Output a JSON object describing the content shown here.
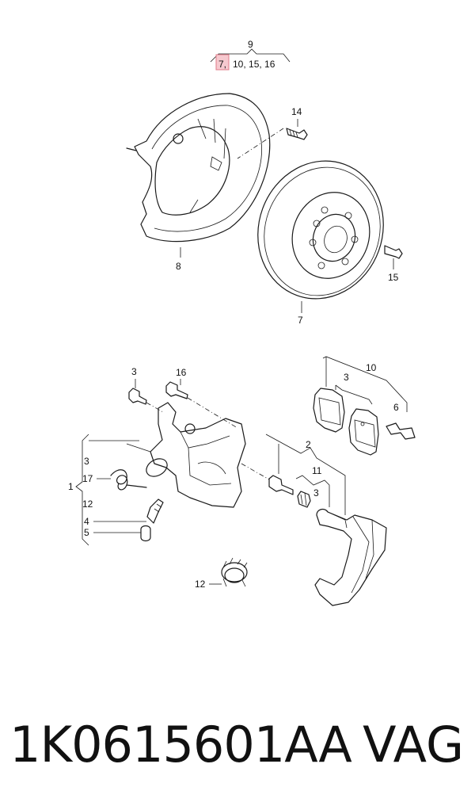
{
  "diagram": {
    "top_group": {
      "header_label": "9",
      "highlighted_ref": "7,",
      "other_refs": "10, 15, 16"
    },
    "callouts": {
      "splash_shield": "8",
      "bolt_shield": "14",
      "disc_screw": "15",
      "brake_disc": "7",
      "caliper_bolt_a": "3",
      "caliper_bolt_b": "16",
      "pad_set": "10",
      "pad_label": "3",
      "pad_clip": "6",
      "guide_group": "2",
      "guide_sub": "11",
      "guide_sub_ref": "3",
      "caliper_assembly": "1",
      "caliper_3": "3",
      "caliper_17": "17",
      "caliper_12": "12",
      "bleeder_4": "4",
      "cap_5": "5",
      "grommet_12": "12"
    }
  },
  "footer": {
    "part_number": "1K0615601AA",
    "brand": "VAG"
  }
}
